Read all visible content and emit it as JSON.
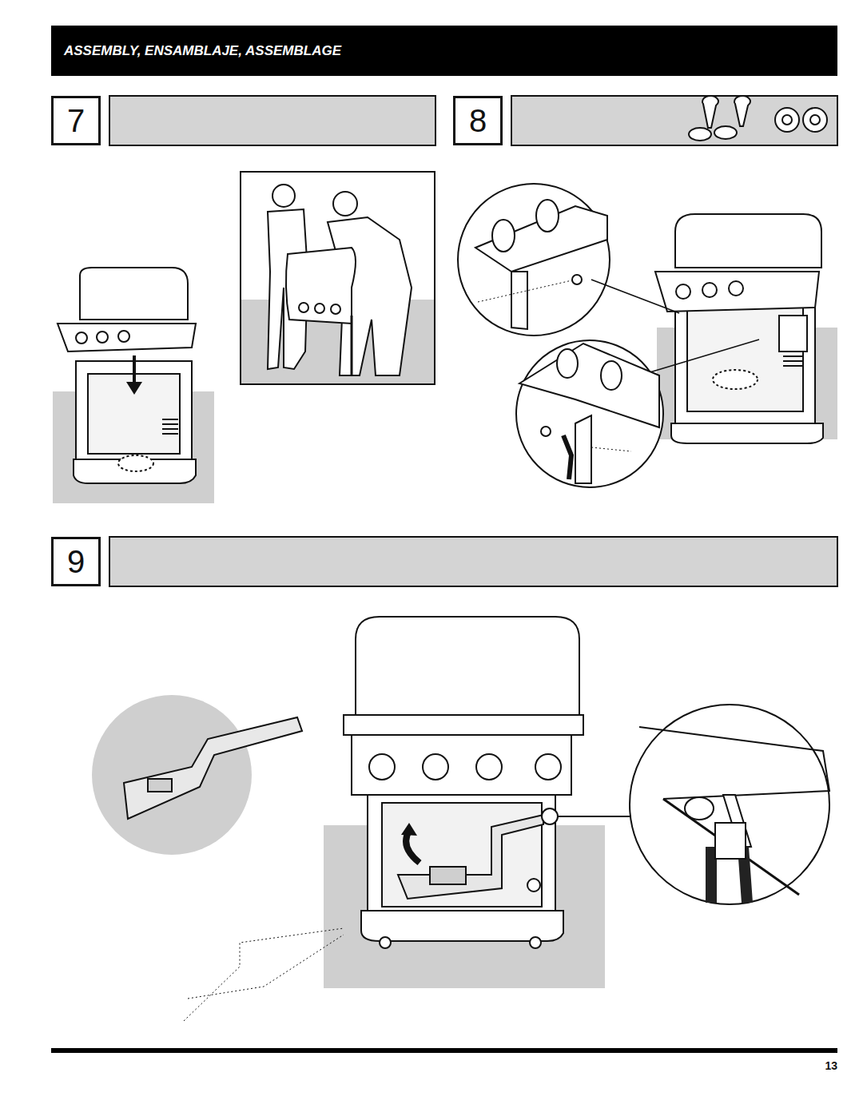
{
  "diagram": {
    "title": "ASSEMBLY, ENSAMBLAJE, ASSEMBLAGE",
    "nodes": [
      {
        "text": [
          "7"
        ]
      },
      {
        "text": [
          "8"
        ]
      },
      {
        "text": [
          "9"
        ]
      }
    ],
    "labels": [
      "13"
    ]
  }
}
